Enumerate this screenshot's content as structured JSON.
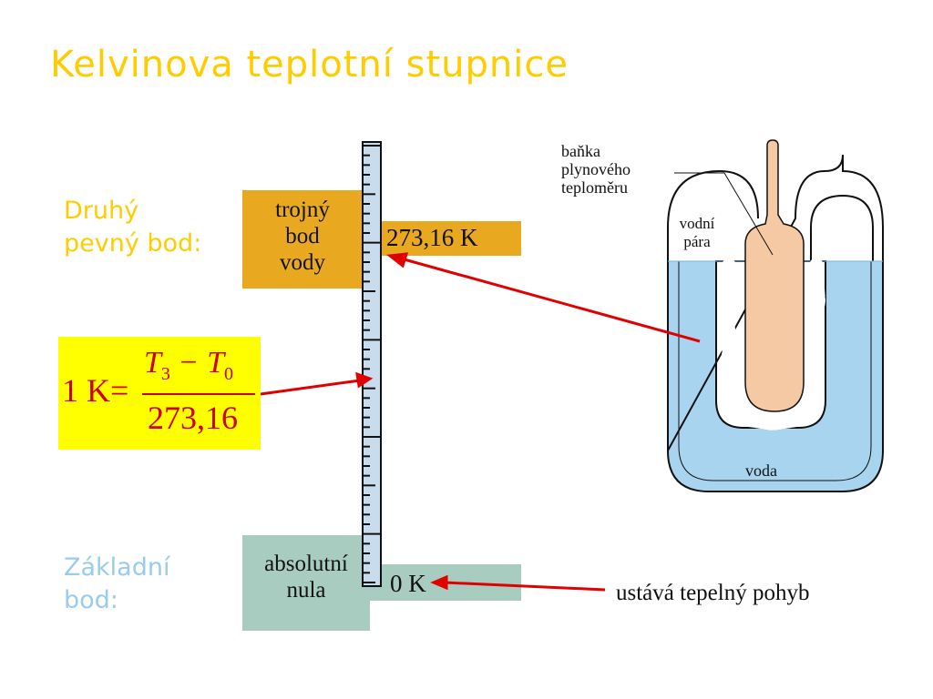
{
  "title": "Kelvinova teplotní stupnice",
  "second_point": {
    "label_line1": "Druhý",
    "label_line2": "pevný bod:"
  },
  "base_point": {
    "label_line1": "Základní",
    "label_line2": "bod:"
  },
  "triple_point_box": {
    "line1": "trojný",
    "line2": "bod",
    "line3": "vody",
    "value": "273,16 K"
  },
  "absolute_zero_box": {
    "line1": "absolutní",
    "line2": "nula",
    "value": "0 K"
  },
  "formula": {
    "lhs": "1 K=",
    "t3": "T",
    "t3_sub": "3",
    "minus": "−",
    "t0": "T",
    "t0_sub": "0",
    "denominator": "273,16"
  },
  "apparatus": {
    "bulb_line1": "baňka",
    "bulb_line2": "plynového",
    "bulb_line3": "teploměru",
    "vapor_line1": "vodní",
    "vapor_line2": "pára",
    "water": "voda"
  },
  "zero_note": "ustává tepelný pohyb",
  "colors": {
    "title": "#ffcc00",
    "second_label": "#ffcc00",
    "base_label": "#99ccee",
    "triple_box": "#e8a820",
    "zero_box": "#a8ccc0",
    "formula_bg": "#ffff00",
    "arrow": "#e00000",
    "scale": "#c8dced",
    "water": "#a8d4f0",
    "tube": "#f5c9a4"
  }
}
